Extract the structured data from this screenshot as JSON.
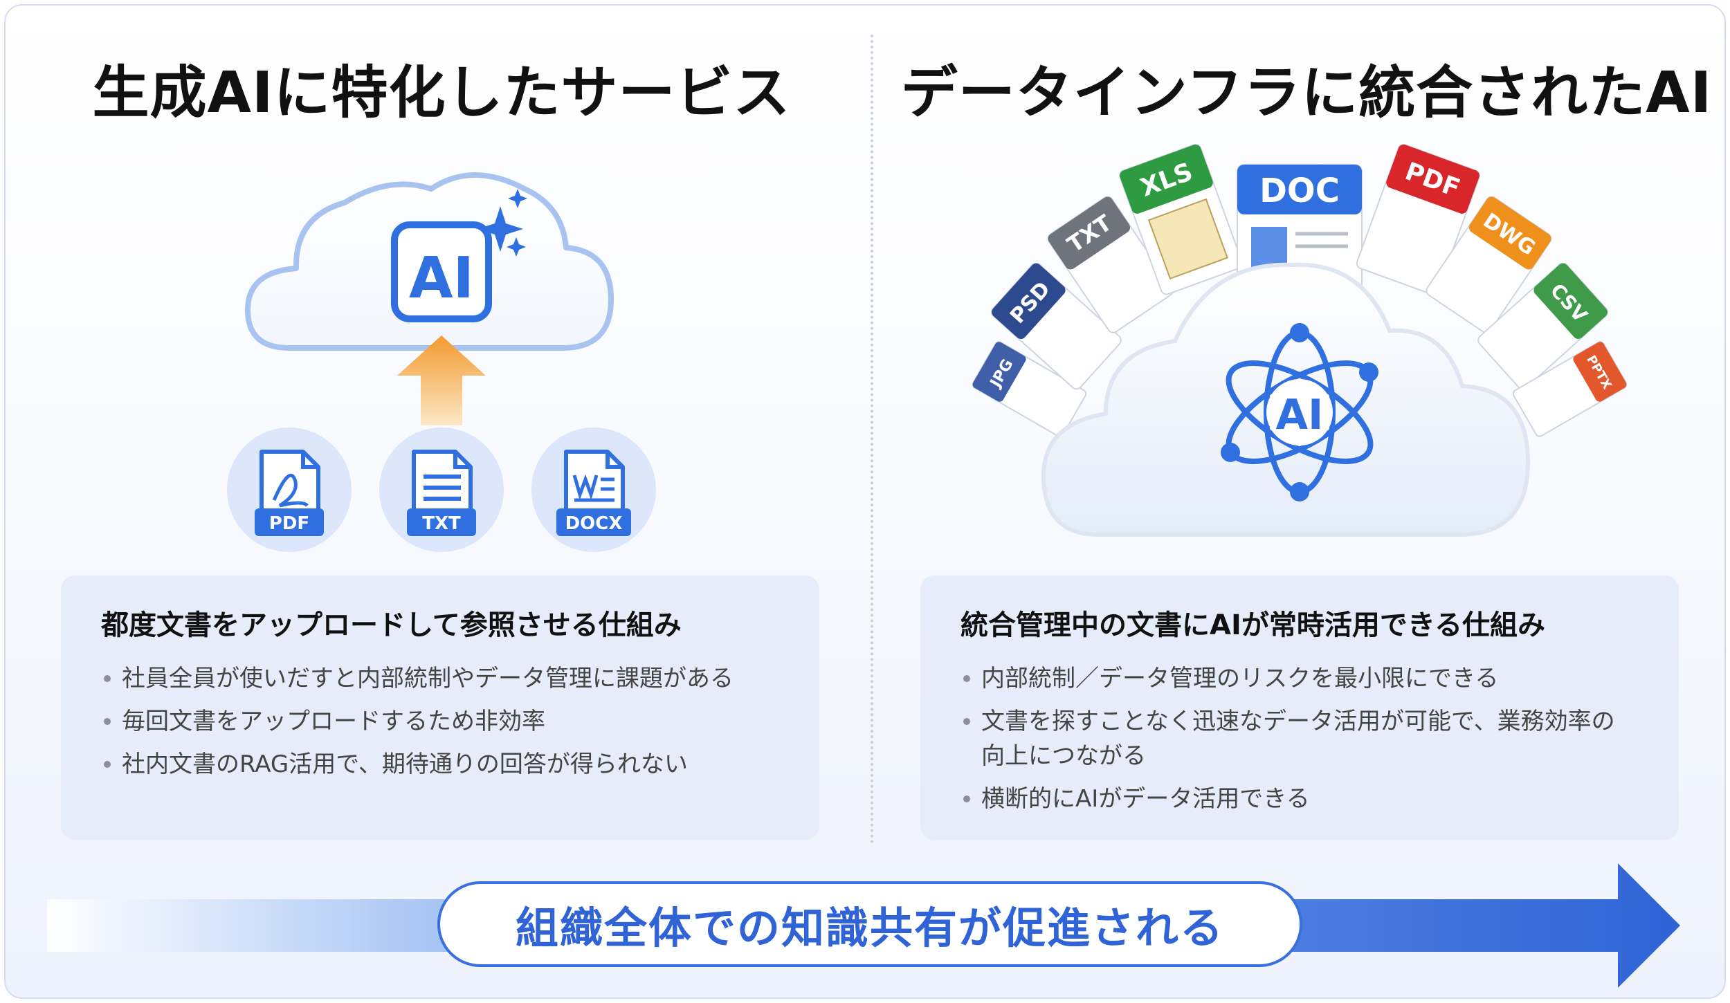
{
  "left": {
    "title": "生成AIに特化したサービス",
    "cloud_label": "AI",
    "files": [
      "PDF",
      "TXT",
      "DOCX"
    ],
    "box": {
      "heading": "都度文書をアップロードして参照させる仕組み",
      "bullets": [
        "社員全員が使いだすと内部統制やデータ管理に課題がある",
        "毎回文書をアップロードするため非効率",
        "社内文書のRAG活用で、期待通りの回答が得られない"
      ]
    }
  },
  "right": {
    "title": "データインフラに統合されたAI",
    "cloud_label": "AI",
    "file_cards": [
      "JPG",
      "PSD",
      "TXT",
      "XLS",
      "DOC",
      "PDF",
      "DWG",
      "CSV",
      "PPTX"
    ],
    "box": {
      "heading": "統合管理中の文書にAIが常時活用できる仕組み",
      "bullets": [
        "内部統制／データ管理のリスクを最小限にできる",
        "文書を探すことなく迅速なデータ活用が可能で、業務効率の",
        "向上につながる",
        "横断的にAIがデータ活用できる"
      ]
    }
  },
  "footer": {
    "banner": "組織全体での知識共有が促進される"
  },
  "colors": {
    "accent_blue": "#2f6fe0",
    "orange": "#f29a2e",
    "box_bg": "#e6ecfa"
  }
}
